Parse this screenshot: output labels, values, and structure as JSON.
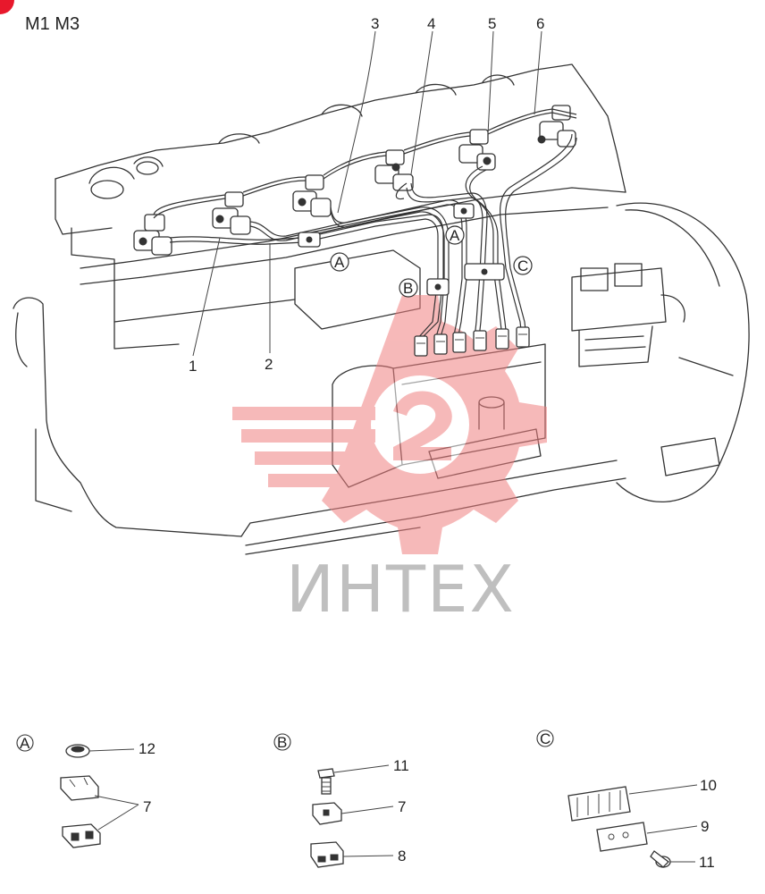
{
  "title": "M1 M3",
  "watermark": "ИНТЕХ",
  "callouts": {
    "c1": "1",
    "c2": "2",
    "c3": "3",
    "c4": "4",
    "c5": "5",
    "c6": "6"
  },
  "clamp_markers": {
    "a1": "A",
    "a2": "A",
    "b": "B",
    "c": "C"
  },
  "details": {
    "a": {
      "marker": "A",
      "parts": [
        "12",
        "7"
      ]
    },
    "b": {
      "marker": "B",
      "parts": [
        "11",
        "7",
        "8"
      ]
    },
    "c": {
      "marker": "C",
      "parts": [
        "10",
        "9",
        "11"
      ]
    }
  },
  "colors": {
    "line": "#333333",
    "watermark_red": "#f08080",
    "watermark_text": "#bfbfbf",
    "corner_badge": "#e8182c"
  }
}
